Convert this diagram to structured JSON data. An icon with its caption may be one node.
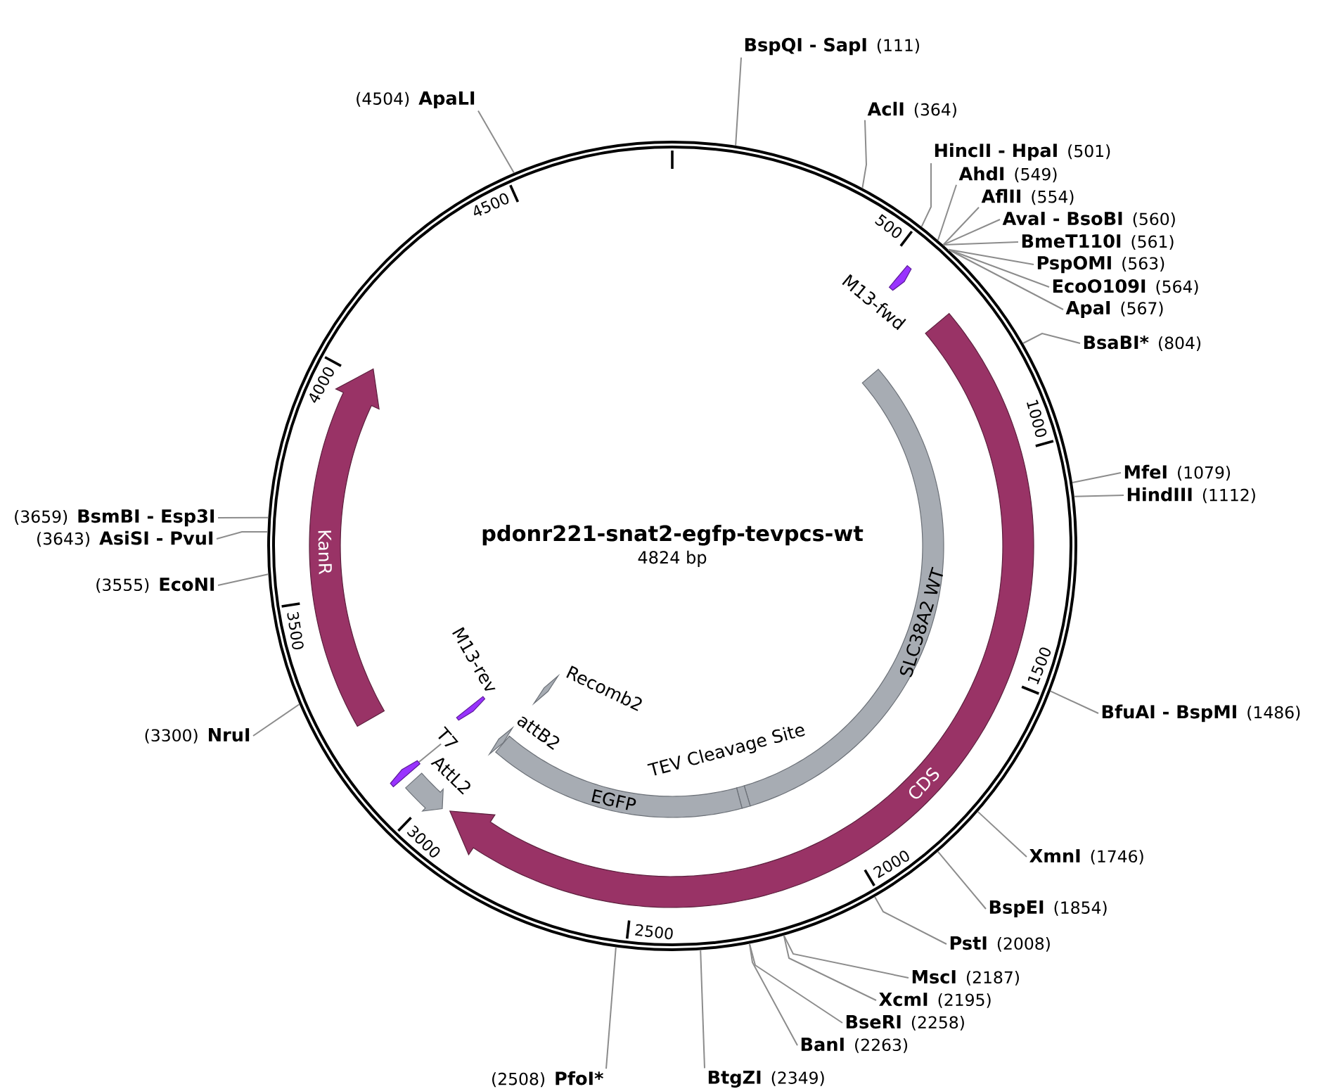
{
  "diagram": {
    "nodes": [
      {
        "text": [
          "pdonr221-snat2-egfp-tevpcs-wt",
          "4824 bp"
        ]
      },
      {
        "text": [
          "M13-fwd"
        ],
        "in": 0
      },
      {
        "text": [
          "CDS"
        ],
        "in": 0
      },
      {
        "text": [
          "SLC38A2 WT"
        ],
        "in": 0
      },
      {
        "text": [
          "TEV Cleavage Site"
        ],
        "in": 0
      },
      {
        "text": [
          "EGFP"
        ],
        "in": 0
      },
      {
        "text": [
          "attB2"
        ],
        "in": 0
      },
      {
        "text": [
          "Recomb2"
        ],
        "in": 0
      },
      {
        "text": [
          "AttL2"
        ],
        "in": 0
      },
      {
        "text": [
          "T7"
        ],
        "in": 0
      },
      {
        "text": [],
        "shape": "arrow",
        "in": 0
      },
      {
        "text": [
          "M13-rev"
        ],
        "in": 0
      },
      {
        "text": [
          "KanR"
        ],
        "in": 0
      },
      {
        "text": [
          "BspQI - SapI",
          "(111)"
        ]
      },
      {
        "text": [
          "AclI",
          "(364)"
        ]
      },
      {
        "text": [
          "HincII - HpaI",
          "(501)"
        ]
      },
      {
        "text": [
          "AhdI",
          "(549)"
        ]
      },
      {
        "text": [
          "AflII",
          "(554)"
        ]
      },
      {
        "text": [
          "AvaI - BsoBI",
          "(560)"
        ]
      },
      {
        "text": [
          "BmeT110I",
          "(561)"
        ]
      },
      {
        "text": [
          "PspOMI",
          "(563)"
        ]
      },
      {
        "text": [
          "EcoO109I",
          "(564)"
        ]
      },
      {
        "text": [
          "ApaI",
          "(567)"
        ]
      },
      {
        "text": [
          "BsaBI*",
          "(804)"
        ]
      },
      {
        "text": [
          "MfeI",
          "(1079)"
        ]
      },
      {
        "text": [
          "HindIII",
          "(1112)"
        ]
      },
      {
        "text": [
          "BfuAI - BspMI",
          "(1486)"
        ]
      },
      {
        "text": [
          "XmnI",
          "(1746)"
        ]
      },
      {
        "text": [
          "BspEI",
          "(1854)"
        ]
      },
      {
        "text": [
          "PstI",
          "(2008)"
        ]
      },
      {
        "text": [
          "MscI",
          "(2187)"
        ]
      },
      {
        "text": [
          "XcmI",
          "(2195)"
        ]
      },
      {
        "text": [
          "BseRI",
          "(2258)"
        ]
      },
      {
        "text": [
          "BanI",
          "(2263)"
        ]
      },
      {
        "text": [
          "BtgZI",
          "(2349)"
        ]
      },
      {
        "text": [
          "(2508)",
          "PfoI*"
        ]
      },
      {
        "text": [
          "(3300)",
          "NruI"
        ]
      },
      {
        "text": [
          "(3555)",
          "EcoNI"
        ]
      },
      {
        "text": [
          "(3643)",
          "AsiSI - PvuI"
        ]
      },
      {
        "text": [
          "(3659)",
          "BsmBI - Esp3I"
        ]
      },
      {
        "text": [
          "(4504)",
          "ApaLI"
        ]
      }
    ],
    "edges": [
      {
        "from": 13,
        "to": 0,
        "arrow": "none"
      },
      {
        "from": 14,
        "to": 0,
        "arrow": "none"
      },
      {
        "from": 15,
        "to": 0,
        "arrow": "none"
      },
      {
        "from": 16,
        "to": 0,
        "arrow": "none"
      },
      {
        "from": 17,
        "to": 0,
        "arrow": "none"
      },
      {
        "from": 18,
        "to": 0,
        "arrow": "none"
      },
      {
        "from": 19,
        "to": 0,
        "arrow": "none"
      },
      {
        "from": 20,
        "to": 0,
        "arrow": "none"
      },
      {
        "from": 21,
        "to": 0,
        "arrow": "none"
      },
      {
        "from": 22,
        "to": 0,
        "arrow": "none"
      },
      {
        "from": 23,
        "to": 0,
        "arrow": "none"
      },
      {
        "from": 24,
        "to": 0,
        "arrow": "none"
      },
      {
        "from": 25,
        "to": 0,
        "arrow": "none"
      },
      {
        "from": 26,
        "to": 0,
        "arrow": "none"
      },
      {
        "from": 27,
        "to": 0,
        "arrow": "none"
      },
      {
        "from": 28,
        "to": 0,
        "arrow": "none"
      },
      {
        "from": 29,
        "to": 0,
        "arrow": "none"
      },
      {
        "from": 30,
        "to": 0,
        "arrow": "none"
      },
      {
        "from": 31,
        "to": 0,
        "arrow": "none"
      },
      {
        "from": 32,
        "to": 0,
        "arrow": "none"
      },
      {
        "from": 33,
        "to": 0,
        "arrow": "none"
      },
      {
        "from": 34,
        "to": 0,
        "arrow": "none"
      },
      {
        "from": 35,
        "to": 0,
        "arrow": "none"
      },
      {
        "from": 36,
        "to": 0,
        "arrow": "none"
      },
      {
        "from": 37,
        "to": 0,
        "arrow": "none"
      },
      {
        "from": 38,
        "to": 0,
        "arrow": "none"
      },
      {
        "from": 39,
        "to": 0,
        "arrow": "none"
      },
      {
        "from": 40,
        "to": 0,
        "arrow": "none"
      },
      {
        "from": 9,
        "to": 10,
        "arrow": "none"
      }
    ],
    "labels": [
      "500",
      "1000",
      "1500",
      "2000",
      "2500",
      "3000",
      "3500",
      "4000",
      "4500"
    ]
  }
}
